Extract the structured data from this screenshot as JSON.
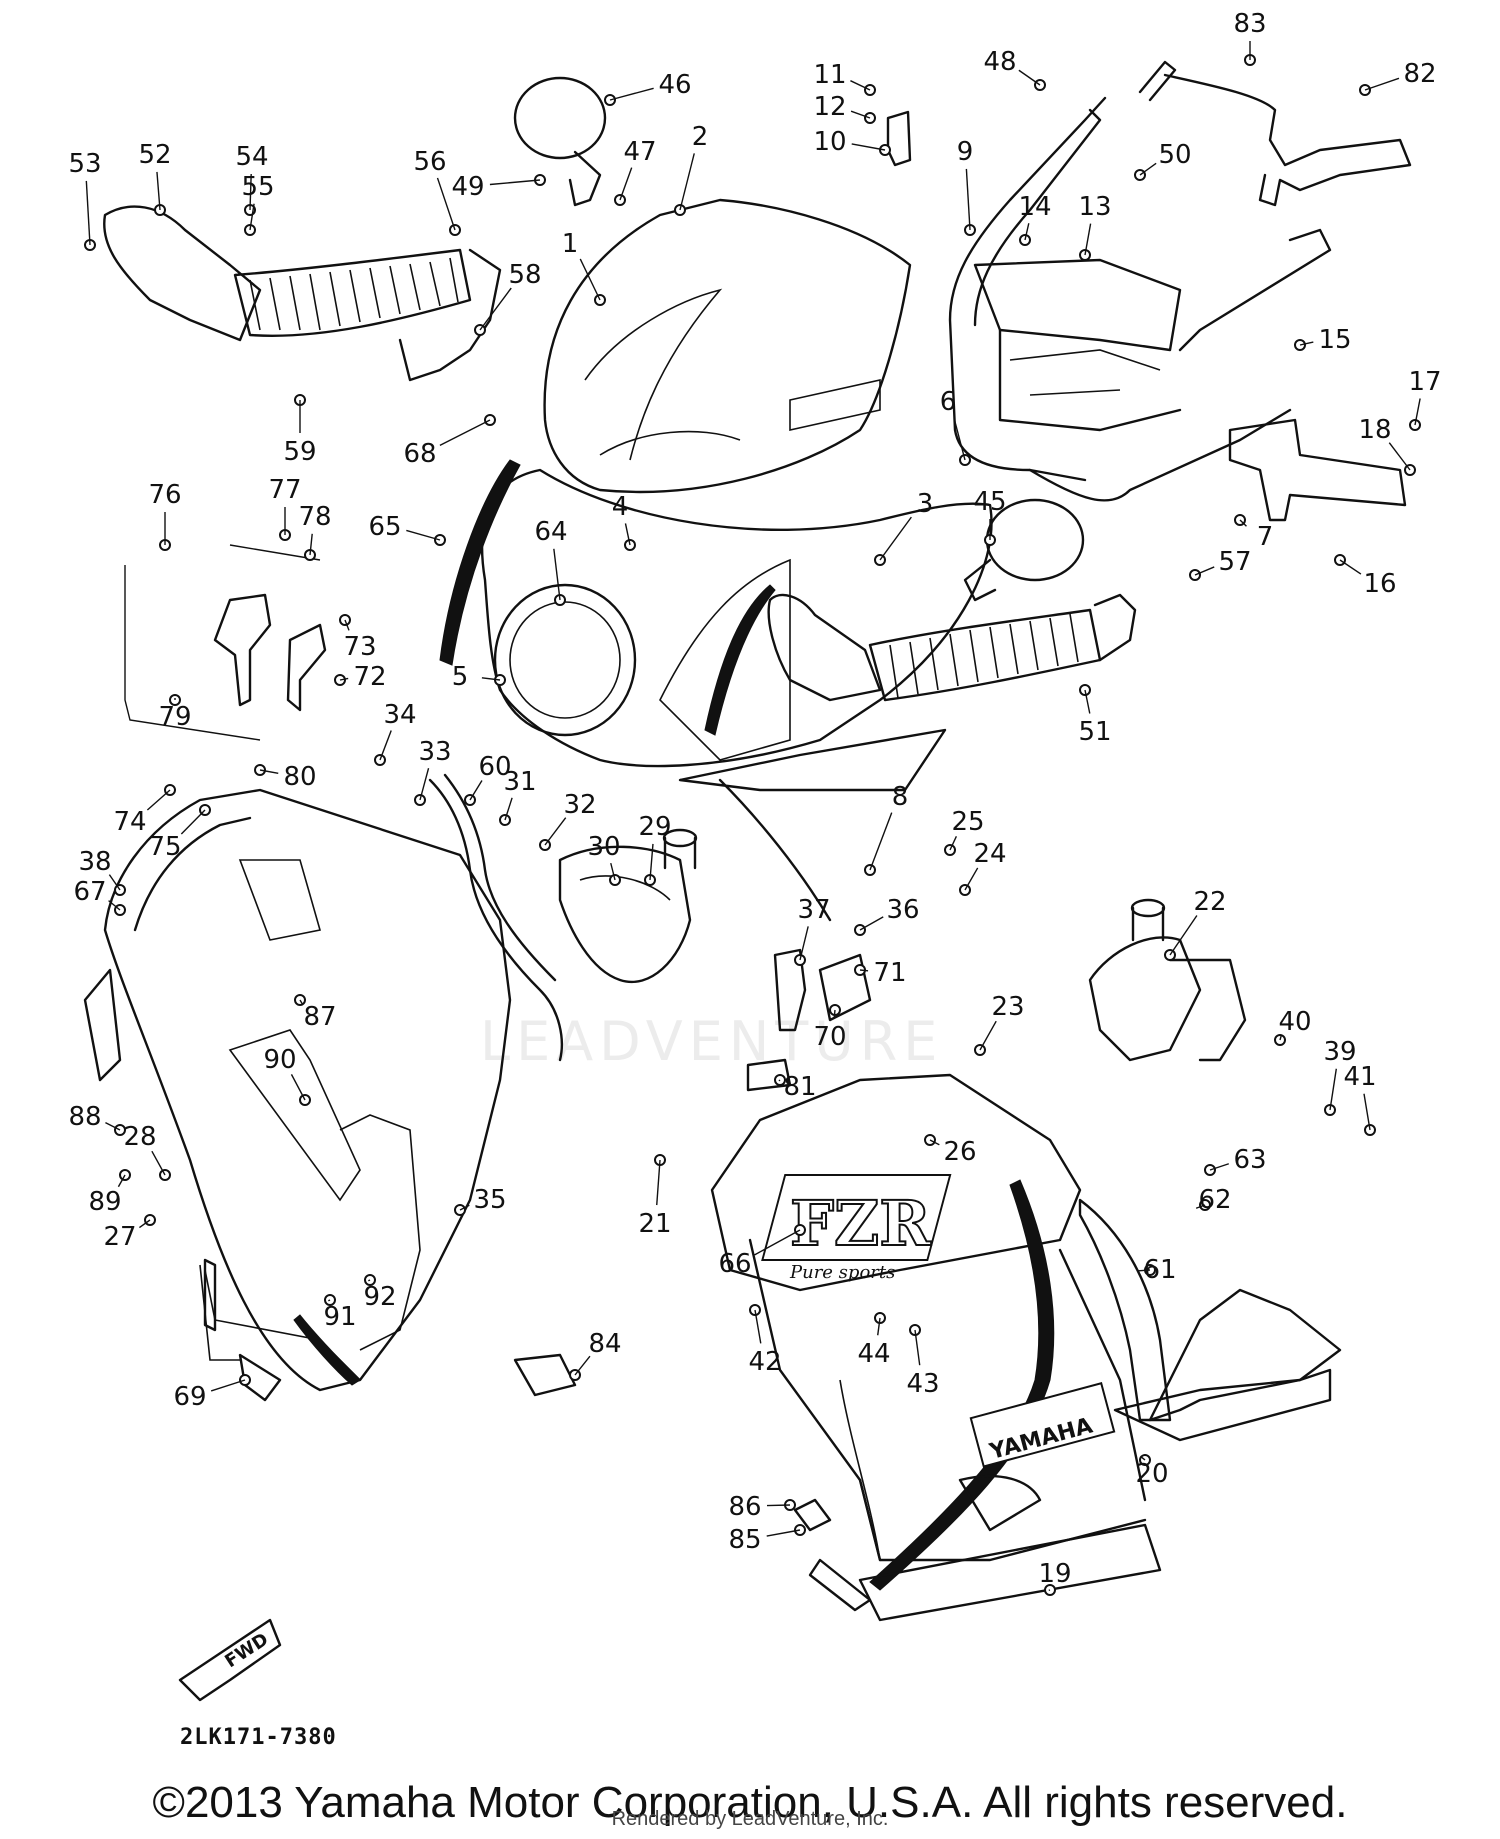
{
  "watermark": "LEADVENTURE",
  "diagram_code": "2LK171-7380",
  "fwd_label": "FWD",
  "logos": {
    "fzr": "FZR",
    "fzr_sub": "Pure sports",
    "yamaha": "YAMAHA"
  },
  "copyright": "©2013 Yamaha Motor Corporation, U.S.A. All rights reserved.",
  "rendered_by": "Rendered by LeadVenture, Inc.",
  "part_numbers": [
    "1",
    "2",
    "3",
    "4",
    "5",
    "6",
    "7",
    "8",
    "9",
    "10",
    "11",
    "12",
    "13",
    "14",
    "15",
    "16",
    "17",
    "18",
    "19",
    "20",
    "21",
    "22",
    "23",
    "24",
    "25",
    "26",
    "27",
    "28",
    "29",
    "30",
    "31",
    "32",
    "33",
    "34",
    "35",
    "36",
    "37",
    "38",
    "39",
    "40",
    "41",
    "42",
    "43",
    "44",
    "45",
    "46",
    "47",
    "48",
    "49",
    "50",
    "51",
    "52",
    "53",
    "54",
    "55",
    "56",
    "57",
    "58",
    "59",
    "60",
    "61",
    "62",
    "63",
    "64",
    "65",
    "66",
    "67",
    "68",
    "69",
    "70",
    "71",
    "72",
    "73",
    "74",
    "75",
    "76",
    "77",
    "78",
    "79",
    "80",
    "81",
    "82",
    "83",
    "84",
    "85",
    "86",
    "87",
    "88",
    "89",
    "90",
    "91",
    "92"
  ]
}
